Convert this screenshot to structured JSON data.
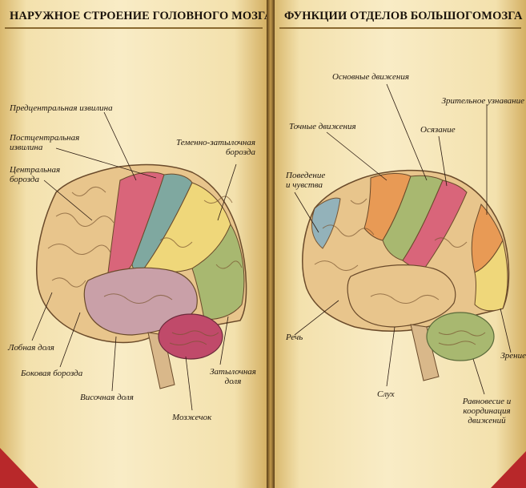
{
  "left_panel": {
    "title": "НАРУЖНОЕ СТРОЕНИЕ ГОЛОВНОГО МОЗГА",
    "labels": {
      "precentral": "Предцентральная извилина",
      "postcentral_1": "Постцентральная",
      "postcentral_2": "извилина",
      "central_1": "Центральная",
      "central_2": "борозда",
      "parieto_1": "Теменно-затылочная",
      "parieto_2": "борозда",
      "frontal": "Лобная доля",
      "lateral": "Боковая борозда",
      "temporal": "Височная доля",
      "occipital_1": "Затылочная",
      "occipital_2": "доля",
      "cerebellum": "Мозжечок"
    }
  },
  "right_panel": {
    "title": "ФУНКЦИИ ОТДЕЛОВ БОЛЬШОГОМОЗГА",
    "labels": {
      "basic_movements": "Основные движения",
      "visual_recognition": "Зрительное узнавание",
      "fine_movements": "Точные движения",
      "touch": "Осязание",
      "behavior_1": "Поведение",
      "behavior_2": "и чувства",
      "speech": "Речь",
      "hearing": "Слух",
      "vision": "Зрение",
      "balance_1": "Равновесие и",
      "balance_2": "координация",
      "balance_3": "движений"
    }
  },
  "colors": {
    "frontal": "#e8c58c",
    "precentral": "#d9657a",
    "postcentral": "#7fa8a0",
    "parietal": "#efd77a",
    "occipital": "#a8b870",
    "temporal": "#c9a0a8",
    "cerebellum": "#c04a6a",
    "orange": "#e89a55",
    "blue": "#8ab0c0"
  }
}
